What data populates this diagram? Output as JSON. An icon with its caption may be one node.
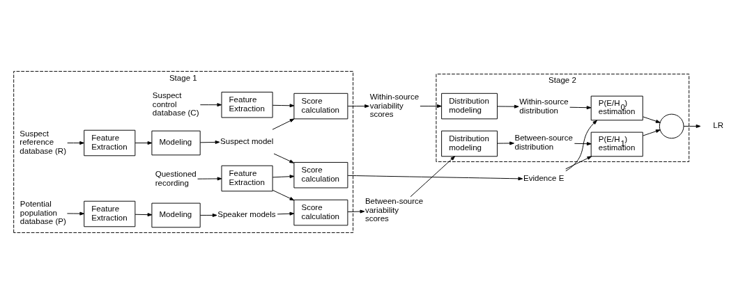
{
  "diagram": {
    "nodes": [
      {
        "text": [
          "Stage 1"
        ]
      },
      {
        "text": [
          "Suspect control database (C)"
        ],
        "in": 0
      },
      {
        "text": [
          "Feature Extraction"
        ],
        "in": 0
      },
      {
        "text": [
          "Score calculation"
        ],
        "in": 0
      },
      {
        "text": [
          "Suspect reference database (R)"
        ],
        "in": 0
      },
      {
        "text": [
          "Feature Extraction"
        ],
        "in": 0
      },
      {
        "text": [
          "Modeling"
        ],
        "in": 0
      },
      {
        "text": [
          "Suspect model"
        ],
        "in": 0
      },
      {
        "text": [
          "Questioned recording"
        ],
        "in": 0
      },
      {
        "text": [
          "Feature Extraction"
        ],
        "in": 0
      },
      {
        "text": [
          "Score calculation"
        ],
        "in": 0
      },
      {
        "text": [
          "Score calculation"
        ],
        "in": 0
      },
      {
        "text": [
          "Potential population database (P)"
        ],
        "in": 0
      },
      {
        "text": [
          "Feature Extraction"
        ],
        "in": 0
      },
      {
        "text": [
          "Modeling"
        ],
        "in": 0
      },
      {
        "text": [
          "Speaker models"
        ],
        "in": 0
      },
      {
        "text": [
          "Within-source variability scores"
        ]
      },
      {
        "text": [
          "Evidence E"
        ]
      },
      {
        "text": [
          "Between-source variability scores"
        ]
      },
      {
        "text": [
          "Stage 2"
        ]
      },
      {
        "text": [
          "Distribution modeling"
        ],
        "in": 19
      },
      {
        "text": [
          "Within-source distribution"
        ],
        "in": 19
      },
      {
        "text": [
          "P(E/H$_{0}$) estimation"
        ],
        "in": 19
      },
      {
        "text": [
          "Distribution modeling"
        ],
        "in": 19
      },
      {
        "text": [
          "Between-source distribution"
        ],
        "in": 19
      },
      {
        "text": [
          "P(E/H$_{1}$) estimation"
        ],
        "in": 19
      },
      {
        "text": [],
        "shape": "circle",
        "in": 19
      },
      {
        "text": [
          "LR"
        ]
      }
    ],
    "edges": [
      {
        "from": 1,
        "to": 2,
        "arrow": "to"
      },
      {
        "from": 2,
        "to": 3,
        "arrow": "to"
      },
      {
        "from": 3,
        "to": 16,
        "arrow": "to"
      },
      {
        "from": 4,
        "to": 5,
        "arrow": "to"
      },
      {
        "from": 5,
        "to": 6,
        "arrow": "to"
      },
      {
        "from": 6,
        "to": 7,
        "arrow": "to"
      },
      {
        "from": 7,
        "to": 3,
        "arrow": "to"
      },
      {
        "from": 7,
        "to": 10,
        "arrow": "to"
      },
      {
        "from": 8,
        "to": 9,
        "arrow": "to"
      },
      {
        "from": 9,
        "to": 10,
        "arrow": "to"
      },
      {
        "from": 9,
        "to": 11,
        "arrow": "to"
      },
      {
        "from": 10,
        "to": 17,
        "arrow": "to"
      },
      {
        "from": 11,
        "to": 18,
        "arrow": "to"
      },
      {
        "from": 12,
        "to": 13,
        "arrow": "to"
      },
      {
        "from": 13,
        "to": 14,
        "arrow": "to"
      },
      {
        "from": 14,
        "to": 15,
        "arrow": "to"
      },
      {
        "from": 15,
        "to": 11,
        "arrow": "to"
      },
      {
        "from": 16,
        "to": 20,
        "arrow": "to"
      },
      {
        "from": 20,
        "to": 21,
        "arrow": "to"
      },
      {
        "from": 21,
        "to": 22,
        "arrow": "to"
      },
      {
        "from": 18,
        "to": 23,
        "arrow": "to"
      },
      {
        "from": 23,
        "to": 24,
        "arrow": "to"
      },
      {
        "from": 24,
        "to": 25,
        "arrow": "to"
      },
      {
        "from": 17,
        "to": 22,
        "arrow": "to"
      },
      {
        "from": 17,
        "to": 25,
        "arrow": "to"
      },
      {
        "from": 22,
        "to": 26,
        "arrow": "to"
      },
      {
        "from": 25,
        "to": 26,
        "arrow": "to"
      },
      {
        "from": 26,
        "to": 27,
        "arrow": "to"
      }
    ]
  }
}
